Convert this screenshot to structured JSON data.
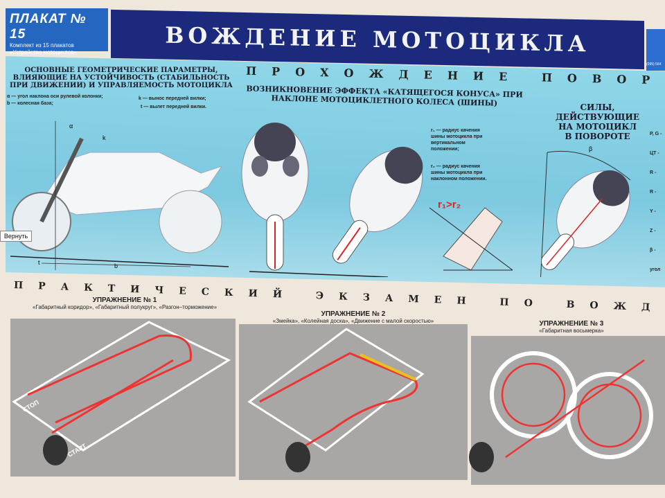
{
  "poster": {
    "badge_title": "ПЛАКАТ № 15",
    "badge_sub1": "Комплект из 15 плакатов",
    "badge_sub2": "«Устройство мотоциклов»",
    "title": "ВОЖДЕНИЕ МОТОЦИКЛА",
    "corner_text": "(095) 564"
  },
  "geometry": {
    "heading": "ОСНОВНЫЕ ГЕОМЕТРИЧЕСКИЕ ПАРАМЕТРЫ, ВЛИЯЮЩИЕ НА УСТОЙЧИВОСТЬ (СТАБИЛЬНОСТЬ ПРИ ДВИЖЕНИИ) И УПРАВЛЯЕМОСТЬ МОТОЦИКЛА",
    "legend_a": "α — угол наклона оси рулевой колонки;",
    "legend_b": "b — колесная база;",
    "legend_k": "k — вынос передней вилки;",
    "legend_t": "t — вылет передней вилки.",
    "label_alpha": "α",
    "label_k": "k",
    "label_t": "t",
    "label_bb": "b"
  },
  "turn": {
    "section_title": "ПРОХОЖДЕНИЕ ПОВОРО",
    "cone_heading": "ВОЗНИКНОВЕНИЕ ЭФФЕКТА «КАТЯЩЕГОСЯ КОНУСА» ПРИ НАКЛОНЕ МОТОЦИКЛЕТНОГО КОЛЕСА (ШИНЫ)",
    "r1_text": "r₁ — радиус качения шины мотоцикла при вертикальном положении;",
    "r2_text": "r₂ — радиус качения шины мотоцикла при наклонном положении.",
    "formula": "r₁>r₂",
    "forces_heading": "СИЛЫ, ДЕЙСТВУЮЩИЕ НА МОТОЦИКЛ В ПОВОРОТЕ",
    "side_labels": [
      "P, G -",
      "ЦТ -",
      "R -",
      "R -",
      "Y -",
      "Z -",
      "β - угол"
    ],
    "label_beta": "β"
  },
  "exam": {
    "section_title": "ПРАКТИЧЕСКИЙ ЭКЗАМЕН ПО ВОЖДЕНИЮ МОТОЦИ",
    "exercises": [
      {
        "title": "УПРАЖНЕНИЕ № 1",
        "subtitle": "«Габаритный коридор», «Габаритный полукруг», «Разгон–торможение»"
      },
      {
        "title": "УПРАЖНЕНИЕ № 2",
        "subtitle": "«Змейка», «Колейная доска», «Движение с малой скоростью»"
      },
      {
        "title": "УПРАЖНЕНИЕ № 3",
        "subtitle": "«Габаритная восьмерка»"
      }
    ],
    "start": "СТАРТ",
    "stop": "СТОП"
  },
  "ui": {
    "restore_button": "Вернуть"
  }
}
